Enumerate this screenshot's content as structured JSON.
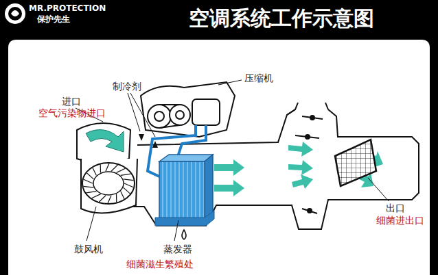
{
  "diagram": {
    "title": "空调系统工作示意图",
    "labels": [
      "MR.PROTECTION",
      "保护先生",
      "制冷剂",
      "压缩机",
      "进口",
      "空气污染物进口",
      "鼓风机",
      "蒸发器",
      "细菌滋生繁殖处",
      "出口",
      "细菌进出口"
    ]
  }
}
